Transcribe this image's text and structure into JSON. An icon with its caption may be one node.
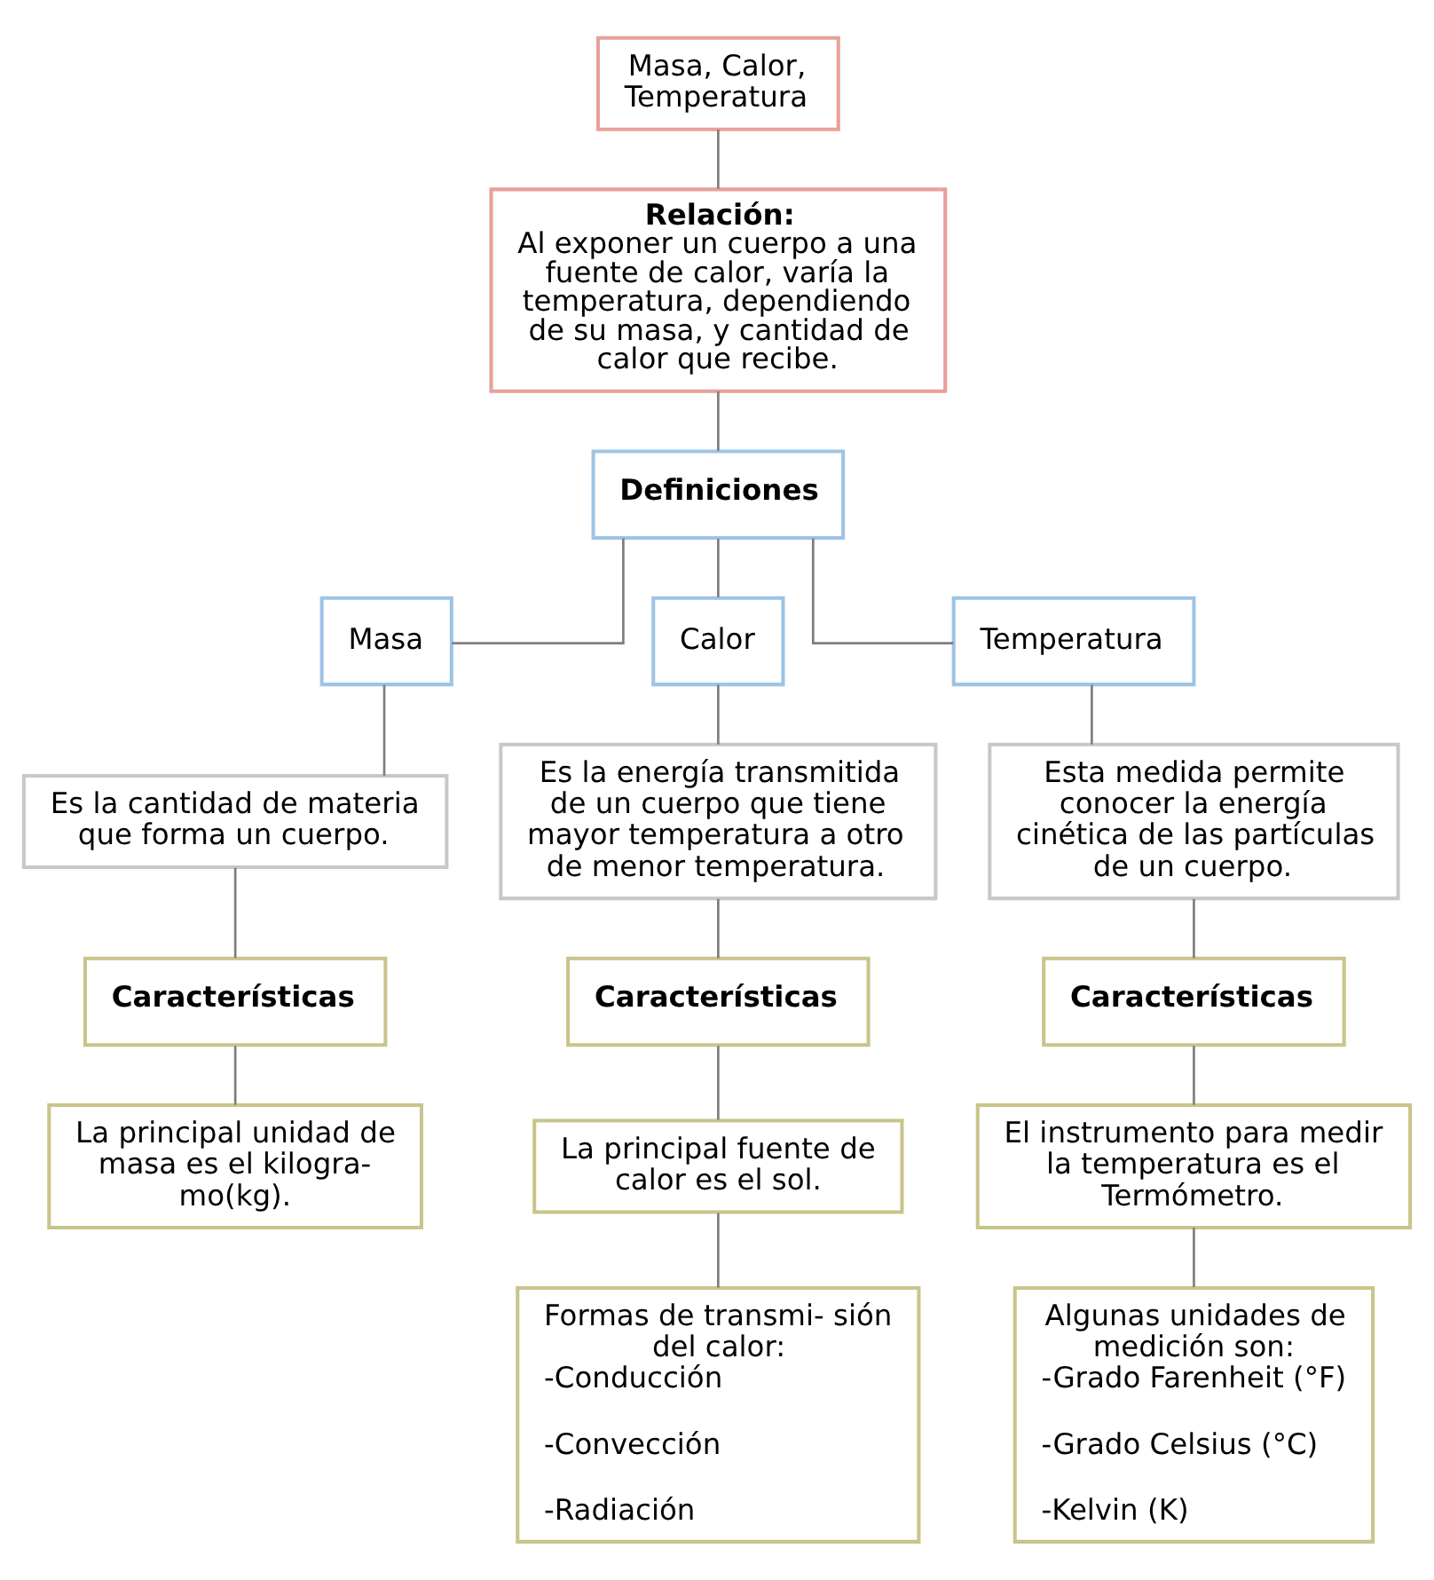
{
  "diagram": {
    "nodes": [
      {
        "text": [
          "Masa, Calor, Temperatura"
        ]
      },
      {
        "text": [
          "Relación:",
          "Al exponer un cuerpo a una fuente de calor, varía la temperatura, dependiendo de su masa, y cantidad de calor que recibe."
        ]
      },
      {
        "text": [
          "Definiciones"
        ]
      },
      {
        "text": [
          "Masa"
        ]
      },
      {
        "text": [
          "Calor"
        ]
      },
      {
        "text": [
          "Temperatura"
        ]
      },
      {
        "text": [
          "Es la cantidad de materia que forma un cuerpo."
        ]
      },
      {
        "text": [
          "Es la energía transmitida de un cuerpo que tiene mayor temperatura a otro de menor temperatura."
        ]
      },
      {
        "text": [
          "Esta medida permite conocer la energía cinética de las partículas de un cuerpo."
        ]
      },
      {
        "text": [
          "Características"
        ]
      },
      {
        "text": [
          "Características"
        ]
      },
      {
        "text": [
          "Características"
        ]
      },
      {
        "text": [
          "La principal unidad de masa es el kilogra- mo(kg)."
        ]
      },
      {
        "text": [
          "La principal fuente de calor es el sol."
        ]
      },
      {
        "text": [
          "El instrumento para medir la temperatura es el Termómetro."
        ]
      },
      {
        "text": [
          "Formas de transmi- sión del calor:",
          "-Conducción",
          "-Convección",
          "-Radiación"
        ]
      },
      {
        "text": [
          "Algunas unidades de medición son:",
          "-Grado Farenheit (°F)",
          "-Grado Celsius (°C)",
          "-Kelvin (K)"
        ]
      }
    ],
    "edges": [
      {
        "from": 0,
        "to": 1,
        "arrow": "none"
      },
      {
        "from": 1,
        "to": 2,
        "arrow": "none"
      },
      {
        "from": 2,
        "to": 3,
        "arrow": "none"
      },
      {
        "from": 2,
        "to": 4,
        "arrow": "none"
      },
      {
        "from": 2,
        "to": 5,
        "arrow": "none"
      },
      {
        "from": 3,
        "to": 6,
        "arrow": "none"
      },
      {
        "from": 4,
        "to": 7,
        "arrow": "none"
      },
      {
        "from": 5,
        "to": 8,
        "arrow": "none"
      },
      {
        "from": 6,
        "to": 9,
        "arrow": "none"
      },
      {
        "from": 7,
        "to": 10,
        "arrow": "none"
      },
      {
        "from": 8,
        "to": 11,
        "arrow": "none"
      },
      {
        "from": 9,
        "to": 12,
        "arrow": "none"
      },
      {
        "from": 10,
        "to": 13,
        "arrow": "none"
      },
      {
        "from": 11,
        "to": 14,
        "arrow": "none"
      },
      {
        "from": 13,
        "to": 15,
        "arrow": "none"
      },
      {
        "from": 14,
        "to": 16,
        "arrow": "none"
      }
    ]
  }
}
